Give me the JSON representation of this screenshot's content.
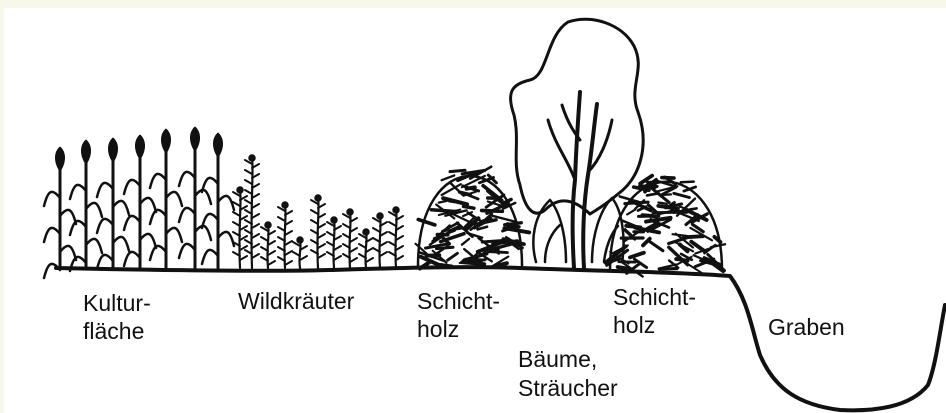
{
  "colors": {
    "background_outer": "#f7f7ea",
    "background_panel": "#ffffff",
    "ink": "#111111"
  },
  "labels": {
    "kultur_line1": "Kultur-",
    "kultur_line2": "fläche",
    "wildkraeuter": "Wildkräuter",
    "schichtholz1_line1": "Schicht-",
    "schichtholz1_line2": "holz",
    "baeume_line1": "Bäume,",
    "baeume_line2": "Sträucher",
    "schichtholz2_line1": "Schicht-",
    "schichtholz2_line2": "holz",
    "graben": "Graben"
  }
}
